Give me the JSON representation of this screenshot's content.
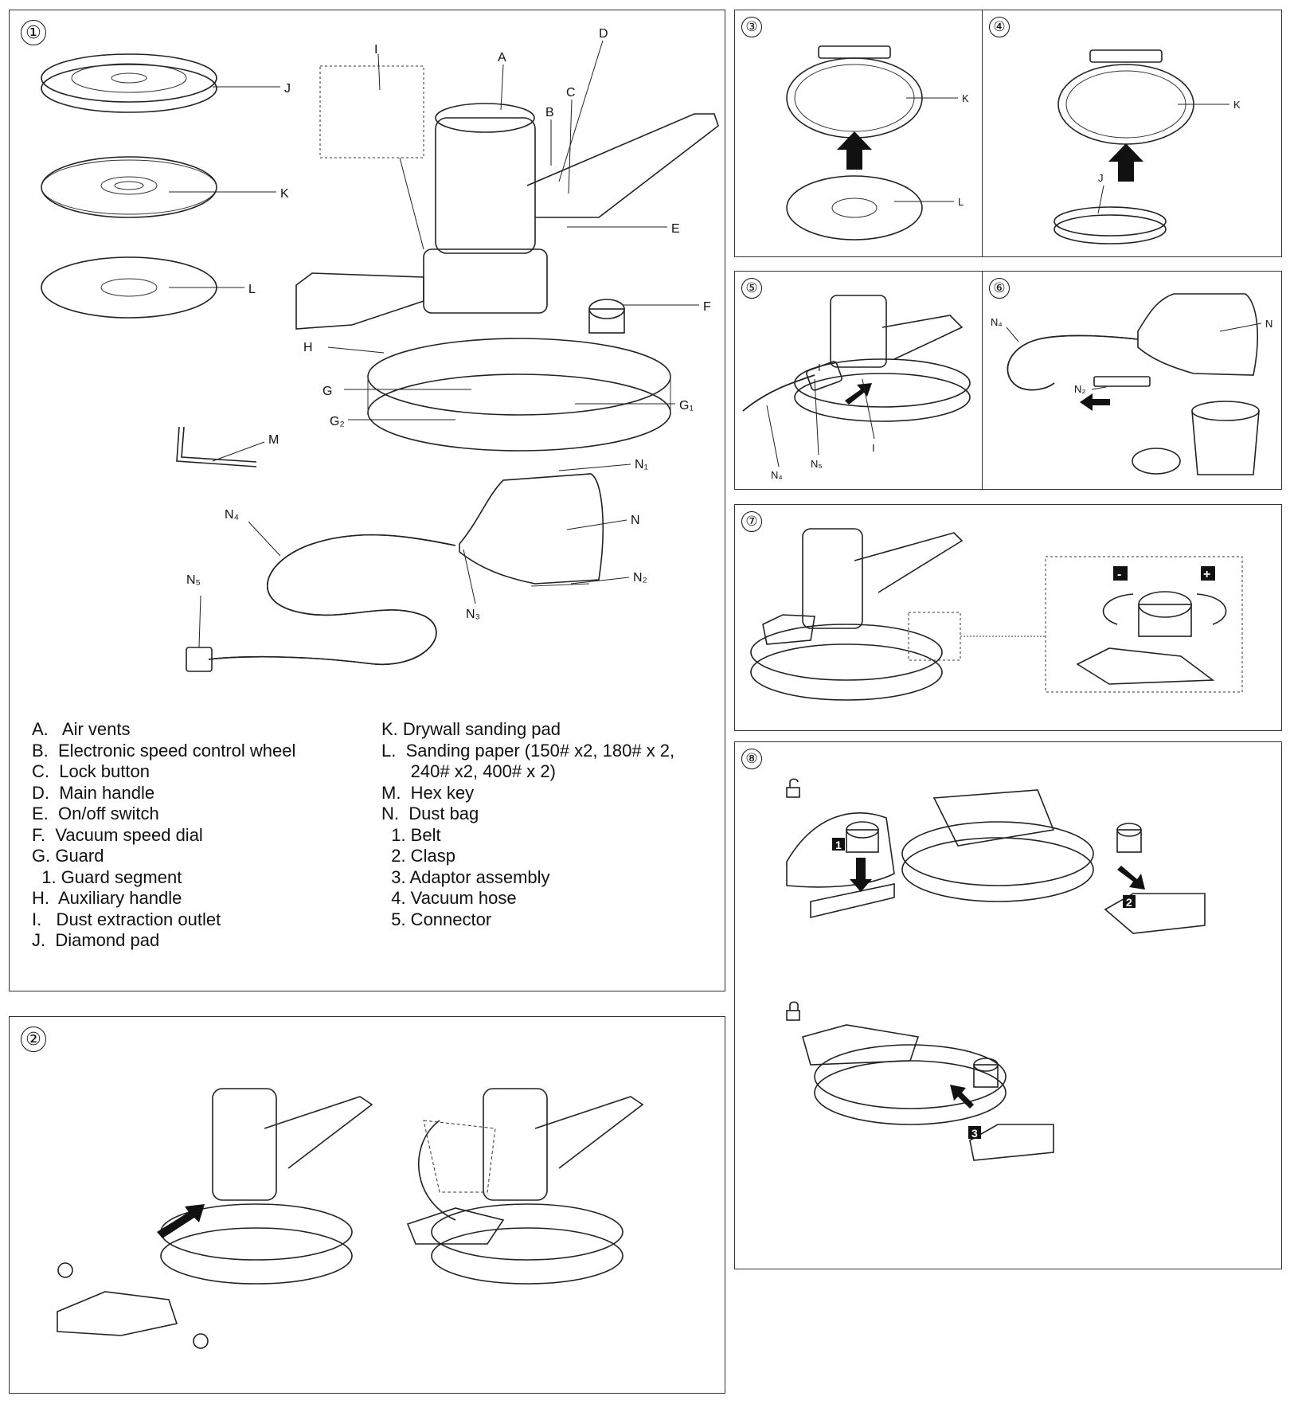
{
  "panels": {
    "p1": "①",
    "p2": "②",
    "p3": "③",
    "p4": "④",
    "p5": "⑤",
    "p6": "⑥",
    "p7": "⑦",
    "p8": "⑧"
  },
  "callouts": {
    "A": "A",
    "B": "B",
    "C": "C",
    "D": "D",
    "E": "E",
    "F": "F",
    "G": "G",
    "G1": "G₁",
    "G2": "G₂",
    "H": "H",
    "I": "I",
    "J": "J",
    "K": "K",
    "L": "L",
    "M": "M",
    "N": "N",
    "N1": "N₁",
    "N2": "N₂",
    "N3": "N₃",
    "N4": "N₄",
    "N5": "N₅"
  },
  "steps": {
    "s1": "1",
    "s2": "2",
    "s3": "3",
    "minus": "-",
    "plus": "+"
  },
  "legend_left": [
    "A.   Air vents",
    "B.  Electronic speed control wheel",
    "C.  Lock button",
    "D.  Main handle",
    "E.  On/off switch",
    "F.  Vacuum speed dial",
    "G. Guard",
    "  1. Guard segment",
    "H.  Auxiliary handle",
    "I.   Dust extraction outlet",
    "J.  Diamond pad"
  ],
  "legend_right": [
    "K. Drywall sanding pad",
    "L.  Sanding paper (150# x2, 180# x 2,",
    "      240# x2, 400# x 2)",
    "M.  Hex key",
    "N.  Dust bag",
    "  1. Belt",
    "  2. Clasp",
    "  3. Adaptor assembly",
    "  4. Vacuum hose",
    "  5. Connector"
  ],
  "colors": {
    "line": "#222222",
    "background": "#ffffff",
    "arrow": "#111111"
  }
}
